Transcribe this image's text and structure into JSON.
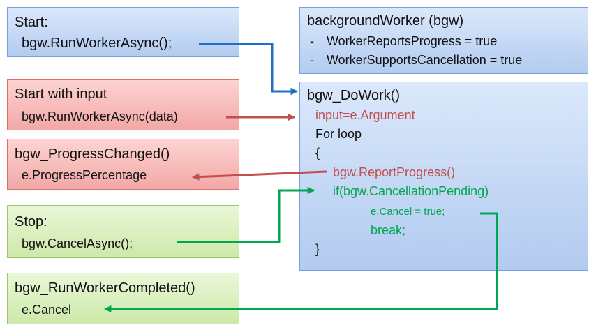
{
  "boxes": {
    "start": {
      "title": "Start:",
      "code": "bgw.RunWorkerAsync();"
    },
    "start_input": {
      "title": "Start with input",
      "code": "bgw.RunWorkerAsync(data)"
    },
    "progress_changed": {
      "title": "bgw_ProgressChanged()",
      "code": "e.ProgressPercentage"
    },
    "stop": {
      "title": "Stop:",
      "code": "bgw.CancelAsync();"
    },
    "completed": {
      "title": "bgw_RunWorkerCompleted()",
      "code": "e.Cancel"
    },
    "background_worker": {
      "title": "backgroundWorker (bgw)",
      "bullet": "-",
      "items": [
        "WorkerReportsProgress = true",
        "WorkerSupportsCancellation = true"
      ]
    },
    "do_work": {
      "title": "bgw_DoWork()",
      "lines": {
        "input": "input=e.Argument",
        "for_loop": "For loop",
        "open_brace": "{",
        "report_progress": "bgw.ReportProgress()",
        "if_cancel": "if(bgw.CancellationPending)",
        "cancel_true": "e.Cancel = true;",
        "break": "break;",
        "close_brace": "}"
      }
    }
  },
  "colors": {
    "blue": "#1f6fc5",
    "red": "#c0504d",
    "green": "#00a651"
  }
}
